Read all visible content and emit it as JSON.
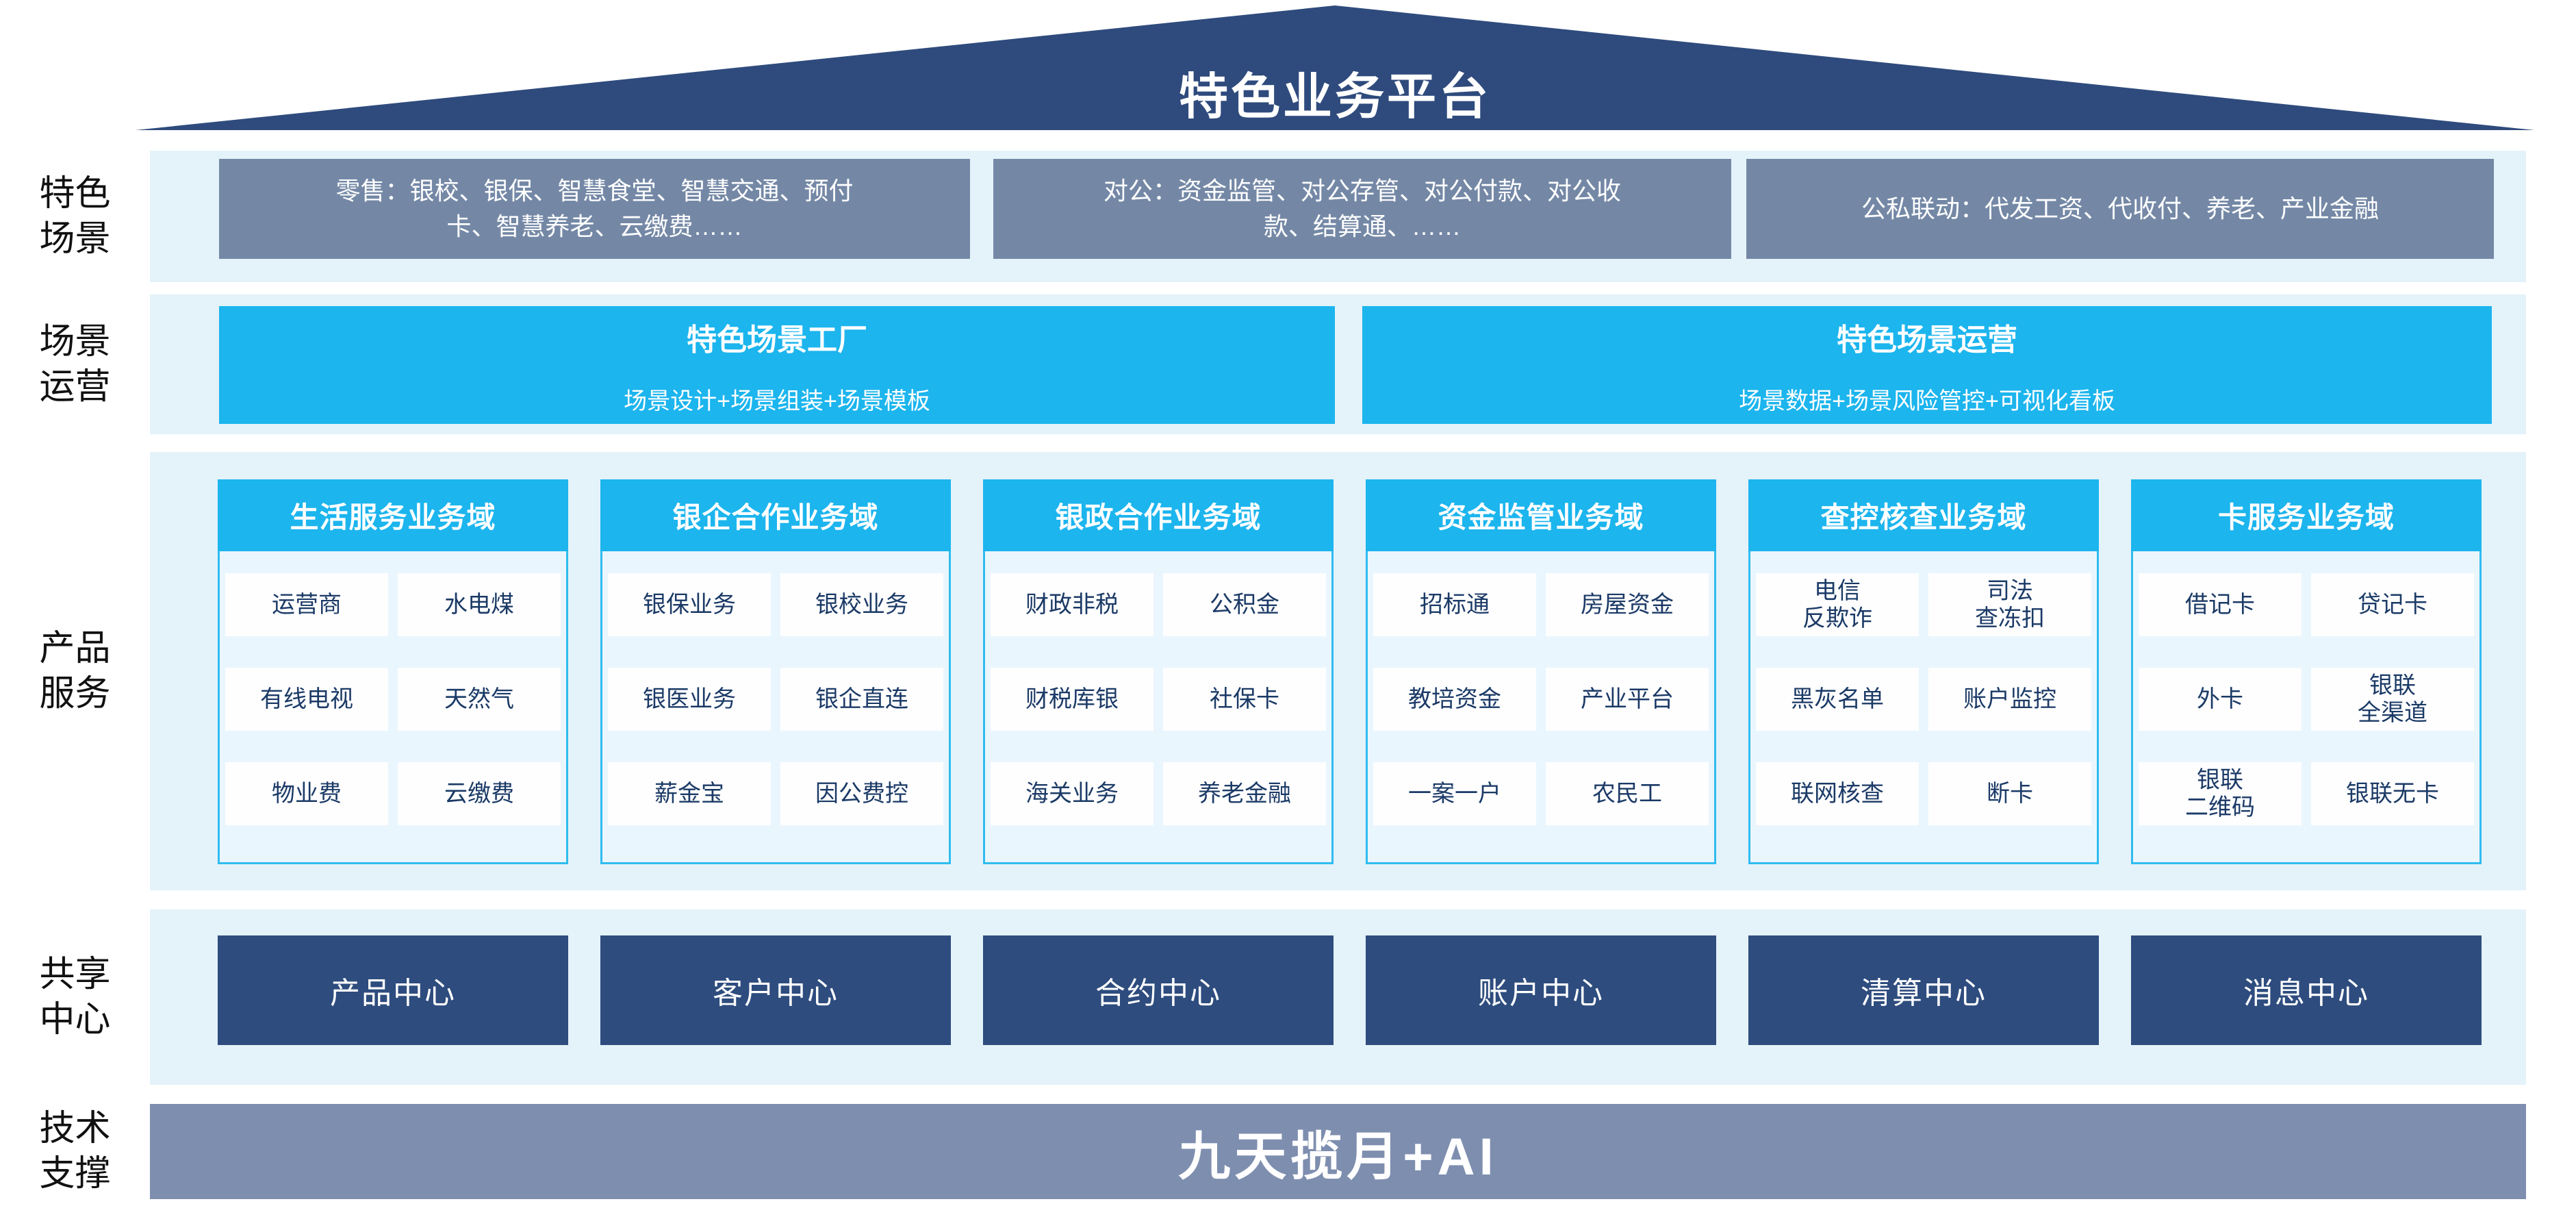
{
  "roof": {
    "title": "特色业务平台"
  },
  "colors": {
    "roof_navy": "#2F4B7D",
    "band_light_blue": "#E4F2FA",
    "scene_box_gray_blue": "#7488A6",
    "accent_cyan": "#1CB5EE",
    "domain_body_bg": "#EAF6FD",
    "cell_text_navy": "#1B3A66",
    "center_box_navy": "#2E4C7E",
    "tech_bar_gray": "#7E8EAF"
  },
  "special_scenes": {
    "label_line1": "特色",
    "label_line2": "场景",
    "boxes": [
      {
        "text": "零售：银校、银保、智慧食堂、智慧交通、预付\n卡、智慧养老、云缴费……"
      },
      {
        "text": "对公：资金监管、对公存管、对公付款、对公收\n款、结算通、……"
      },
      {
        "text": "公私联动：代发工资、代收付、养老、产业金融"
      }
    ]
  },
  "scene_operation": {
    "label_line1": "场景",
    "label_line2": "运营",
    "boxes": [
      {
        "title": "特色场景工厂",
        "subtitle": "场景设计+场景组装+场景模板"
      },
      {
        "title": "特色场景运营",
        "subtitle": "场景数据+场景风险管控+可视化看板"
      }
    ]
  },
  "product_services": {
    "label_line1": "产品",
    "label_line2": "服务",
    "domains": [
      {
        "title": "生活服务业务域",
        "items": [
          "运营商",
          "水电煤",
          "有线电视",
          "天然气",
          "物业费",
          "云缴费"
        ]
      },
      {
        "title": "银企合作业务域",
        "items": [
          "银保业务",
          "银校业务",
          "银医业务",
          "银企直连",
          "薪金宝",
          "因公费控"
        ]
      },
      {
        "title": "银政合作业务域",
        "items": [
          "财政非税",
          "公积金",
          "财税库银",
          "社保卡",
          "海关业务",
          "养老金融"
        ]
      },
      {
        "title": "资金监管业务域",
        "items": [
          "招标通",
          "房屋资金",
          "教培资金",
          "产业平台",
          "一案一户",
          "农民工"
        ]
      },
      {
        "title": "查控核查业务域",
        "items": [
          "电信\n反欺诈",
          "司法\n查冻扣",
          "黑灰名单",
          "账户监控",
          "联网核查",
          "断卡"
        ]
      },
      {
        "title": "卡服务业务域",
        "items": [
          "借记卡",
          "贷记卡",
          "外卡",
          "银联\n全渠道",
          "银联\n二维码",
          "银联无卡"
        ]
      }
    ]
  },
  "shared_center": {
    "label_line1": "共享",
    "label_line2": "中心",
    "centers": [
      "产品中心",
      "客户中心",
      "合约中心",
      "账户中心",
      "清算中心",
      "消息中心"
    ]
  },
  "tech_support": {
    "label_line1": "技术",
    "label_line2": "支撑",
    "platform": "九天揽月+AI"
  }
}
